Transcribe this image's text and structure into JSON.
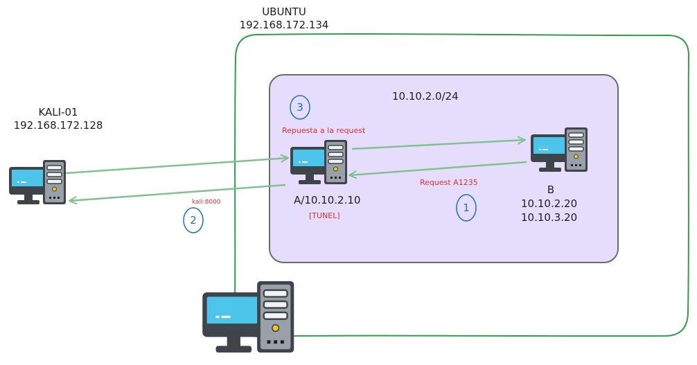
{
  "colors": {
    "ubuntu_border": "#2f9e44",
    "subnet_fill": "#e6dcfb",
    "subnet_border": "#6b6b6b",
    "arrow": "#7fc28f",
    "note": "#e03131",
    "step": "#1971c2",
    "pc_screen": "#4dc4ea",
    "pc_body": "#3f444b"
  },
  "ubuntu": {
    "name": "UBUNTU",
    "ip": "192.168.172.134"
  },
  "kali": {
    "name": "KALI-01",
    "ip": "192.168.172.128"
  },
  "subnet": {
    "cidr": "10.10.2.0/24"
  },
  "host_a": {
    "label": "A/10.10.2.10",
    "note": "[TUNEL]"
  },
  "host_b": {
    "name": "B",
    "ip1": "10.10.2.20",
    "ip2": "10.10.3.20"
  },
  "notes": {
    "response": "Repuesta a la request",
    "request": "Request A1235",
    "kali_port": "kali:8000"
  },
  "steps": {
    "one": "1",
    "two": "2",
    "three": "3"
  },
  "icons": [
    "computer-icon"
  ]
}
